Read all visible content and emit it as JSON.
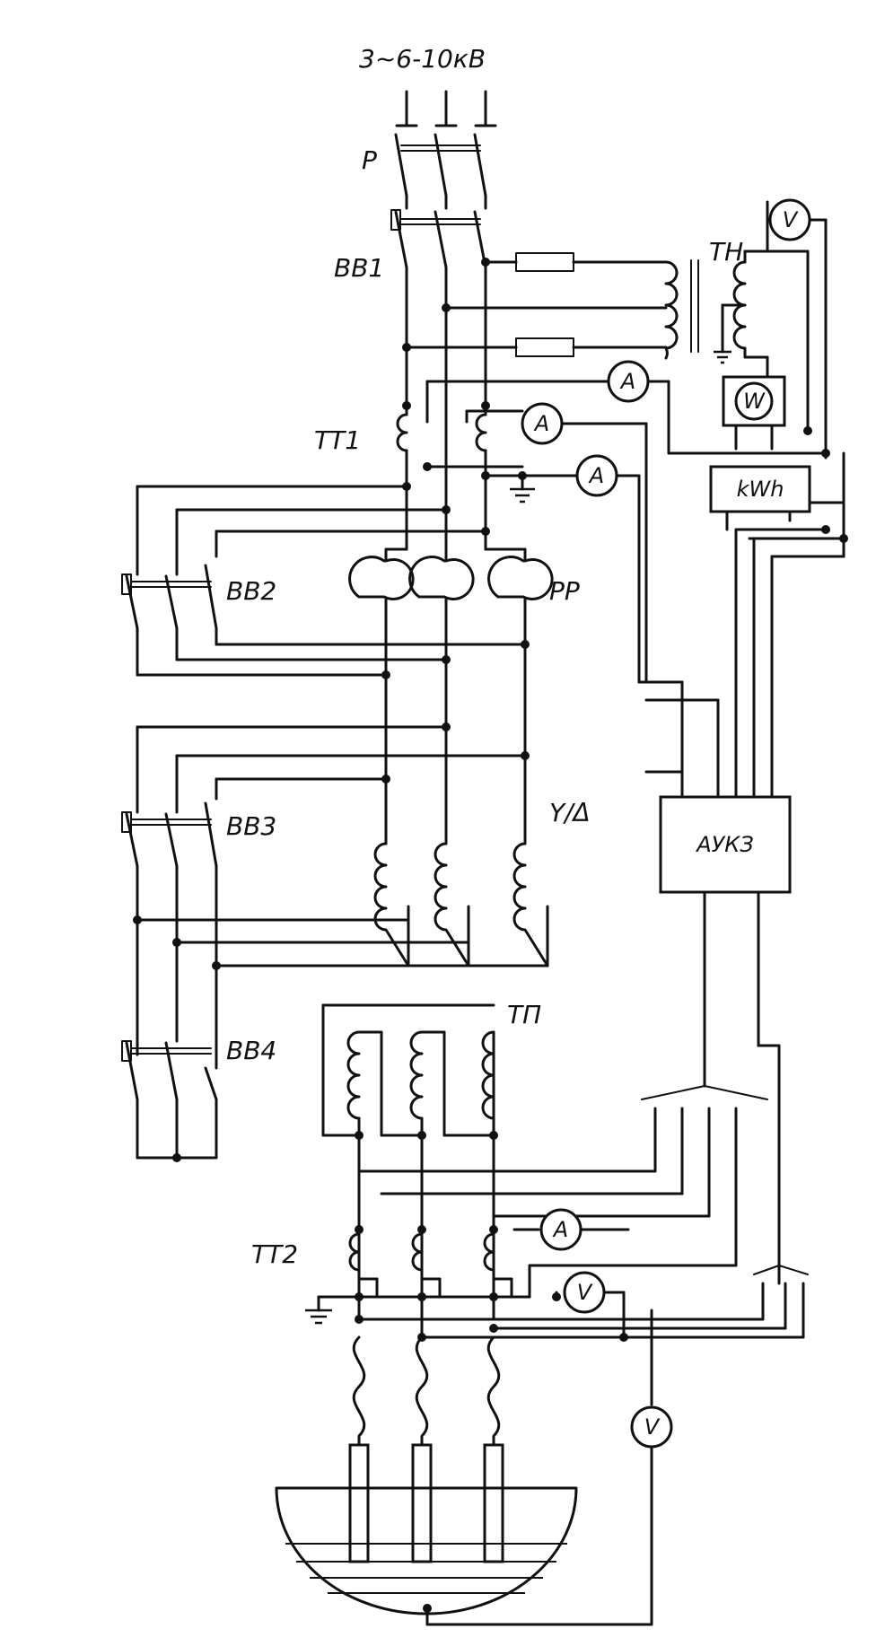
{
  "labels": {
    "supply": "3~6-10кВ",
    "disconnector": "Р",
    "breaker1": "ВВ1",
    "breaker2": "ВВ2",
    "breaker3": "ВВ3",
    "breaker4": "ВВ4",
    "ct1": "ТТ1",
    "ct2": "ТТ2",
    "voltage_transformer": "ТН",
    "reactor": "РР",
    "star_delta": "Y/Δ",
    "furnace_transformer": "ТП",
    "controller": "АУКЗ"
  },
  "meters": {
    "voltmeter": "V",
    "ammeter": "A",
    "wattmeter": "W",
    "energy_meter": "kWh"
  },
  "colors": {
    "ink": "#111111",
    "paper": "#ffffff"
  }
}
